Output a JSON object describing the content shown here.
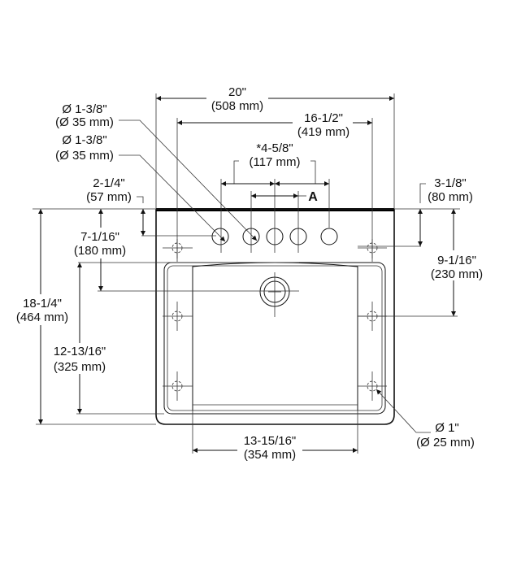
{
  "drawing": {
    "overall_width": {
      "imperial": "20\"",
      "metric": "(508 mm)"
    },
    "mounting_width": {
      "imperial": "16-1/2\"",
      "metric": "(419 mm)"
    },
    "faucet_spread": {
      "imperial": "*4-5/8\"",
      "metric": "(117 mm)"
    },
    "faucet_hole_a": {
      "label": "A"
    },
    "hole_diameter_1": {
      "imperial": "Ø 1-3/8\"",
      "metric": "(Ø 35 mm)"
    },
    "hole_diameter_2": {
      "imperial": "Ø 1-3/8\"",
      "metric": "(Ø 35 mm)"
    },
    "hole_setback": {
      "imperial": "2-1/4\"",
      "metric": "(57 mm)"
    },
    "mount_setback": {
      "imperial": "3-1/8\"",
      "metric": "(80 mm)"
    },
    "drain_setback": {
      "imperial": "7-1/16\"",
      "metric": "(180 mm)"
    },
    "overall_depth": {
      "imperial": "18-1/4\"",
      "metric": "(464 mm)"
    },
    "basin_depth": {
      "imperial": "12-13/16\"",
      "metric": "(325 mm)"
    },
    "mount_depth": {
      "imperial": "9-1/16\"",
      "metric": "(230 mm)"
    },
    "basin_width": {
      "imperial": "13-15/16\"",
      "metric": "(354 mm)"
    },
    "mount_hole_diameter": {
      "imperial": "Ø 1\"",
      "metric": "(Ø 25 mm)"
    }
  }
}
